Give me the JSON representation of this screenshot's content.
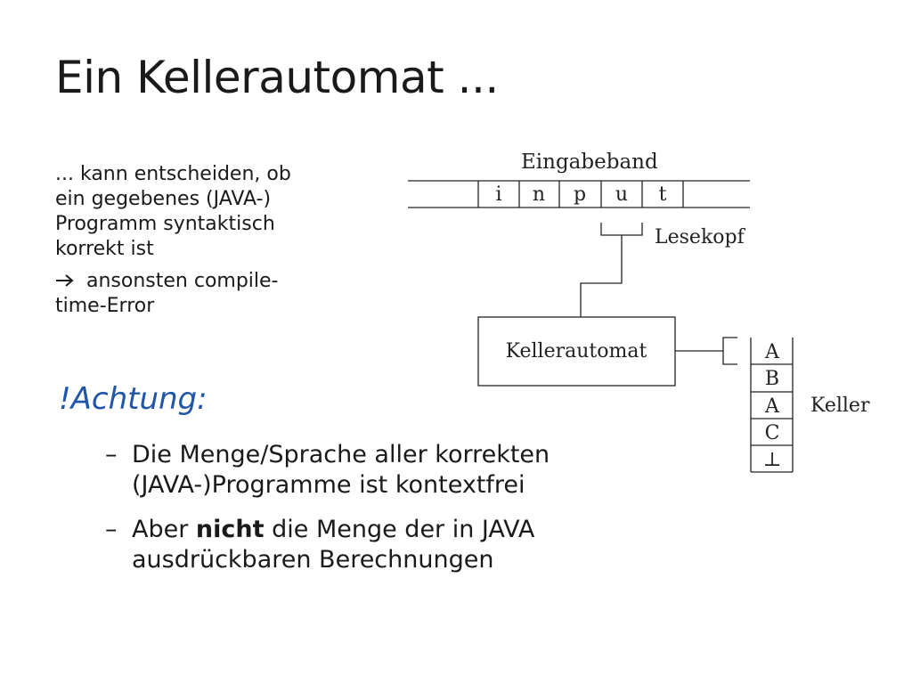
{
  "title": "Ein Kellerautomat ...",
  "left_text": {
    "line1": "... kann entscheiden, ob",
    "line2": "ein gegebenes (JAVA-)",
    "line3": "Programm syntaktisch",
    "line4": "korrekt ist",
    "arrow_icon": "right-arrow-icon",
    "arrow_line1": "ansonsten compile-",
    "arrow_line2": "time-Error"
  },
  "achtung": "!Achtung:",
  "bullets": [
    {
      "dash": "–",
      "line1": "Die Menge/Sprache aller korrekten",
      "line2": "(JAVA-)Programme ist kontextfrei"
    },
    {
      "dash": "–",
      "pre": "Aber ",
      "bold": "nicht",
      "post": " die Menge der in JAVA",
      "line2": "ausdrückbaren Berechnungen"
    }
  ],
  "diagram": {
    "eingabeband_label": "Eingabeband",
    "tape_cells": [
      "i",
      "n",
      "p",
      "u",
      "t"
    ],
    "lesekopf_label": "Lesekopf",
    "automat_label": "Kellerautomat",
    "stack_cells": [
      "A",
      "B",
      "A",
      "C",
      "⊥"
    ],
    "keller_label": "Keller"
  },
  "colors": {
    "accent": "#1f56a8",
    "text": "#1a1a1a"
  }
}
